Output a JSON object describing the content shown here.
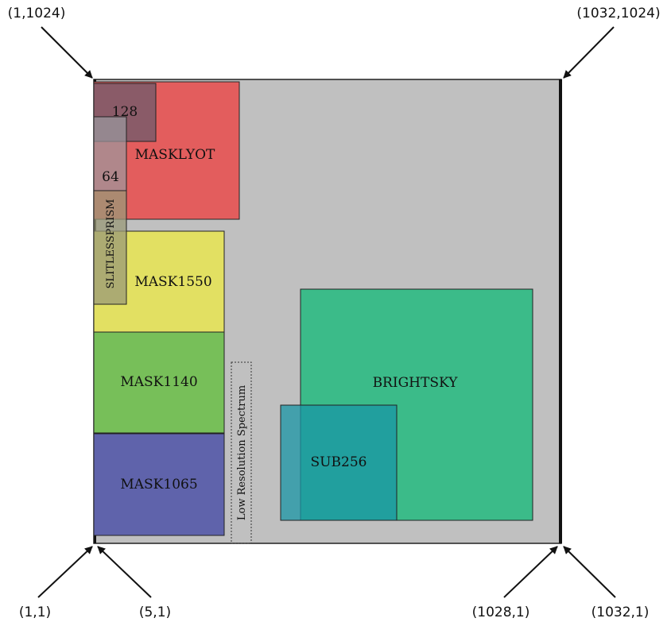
{
  "corners": {
    "top_left": "(1,1024)",
    "top_right": "(1032,1024)",
    "bottom_left": "(1,1)",
    "bottom_left_inner": "(5,1)",
    "bottom_right_inner": "(1028,1)",
    "bottom_right": "(1032,1)"
  },
  "regions": {
    "masklyot": "MASKLYOT",
    "mask1550": "MASK1550",
    "mask1140": "MASK1140",
    "mask1065": "MASK1065",
    "brightsky": "BRIGHTSKY",
    "sub256": "SUB256",
    "sub128": "128",
    "sub64": "64",
    "slitlessprism": "SLITLESSPRISM",
    "low_res_spectrum": "Low Resolution Spectrum"
  },
  "colors": {
    "detector": "#c0c0c0",
    "masklyot": "#e35d5d",
    "mask1550": "#e2e062",
    "mask1140": "#77bf59",
    "mask1065": "#5f63ab",
    "brightsky": "#3bbb89",
    "sub256": "#1a96a6",
    "sub128": "#7a5a6a",
    "sub64": "#8f8f97",
    "slitlessprism": "#9a9a78"
  }
}
